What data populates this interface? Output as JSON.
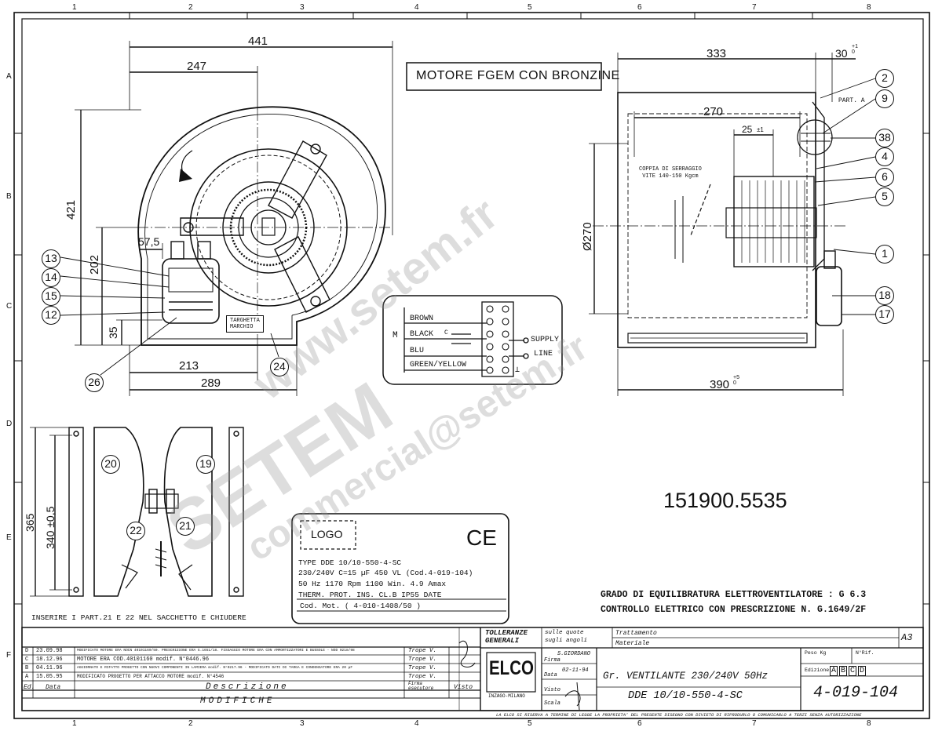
{
  "border_numbers_top": [
    "1",
    "2",
    "3",
    "4",
    "5",
    "6",
    "7",
    "8"
  ],
  "border_numbers_bottom": [
    "1",
    "2",
    "3",
    "4",
    "5",
    "6",
    "7",
    "8"
  ],
  "border_letters": [
    "A",
    "B",
    "C",
    "D",
    "E",
    "F"
  ],
  "front_view": {
    "dims": {
      "d441": "441",
      "d247": "247",
      "d421": "421",
      "d202": "202",
      "d57_5": "57,5",
      "d35": "35",
      "d213": "213",
      "d289": "289"
    },
    "label_pressure": "TARGHETTA\nMARCHIO"
  },
  "side_view": {
    "dims": {
      "d333": "333",
      "d30": "30",
      "d30_tol": "+1\n0",
      "d270": "270",
      "d25": "25",
      "d25_tol": "±1",
      "d_phi270": "Ø270",
      "d390": "390",
      "d390_tol": "+5\n0"
    },
    "part_a": "PART. A",
    "torque": "COPPIA DI SERRAGGIO\nVITE 140-150 Kgcm"
  },
  "title_box": "MOTORE FGEM CON BRONZINE",
  "wiring": {
    "motor_letter": "M",
    "cap_letter": "C",
    "wires": [
      "BROWN",
      "BLACK",
      "BLU",
      "GREEN/YELLOW"
    ],
    "supply": "SUPPLY",
    "line": "LINE",
    "earth_mark": "⊥"
  },
  "bracket": {
    "d365": "365",
    "d340": "340 ±0,5"
  },
  "balloons": {
    "b13": "13",
    "b14": "14",
    "b15": "15",
    "b12": "12",
    "b26": "26",
    "b24": "24",
    "b2": "2",
    "b9": "9",
    "b38": "38",
    "b4": "4",
    "b6": "6",
    "b5": "5",
    "b1": "1",
    "b18": "18",
    "b17": "17",
    "b20": "20",
    "b19": "19",
    "b22": "22",
    "b21": "21"
  },
  "drawing_number": "151900.5535",
  "nameplate": {
    "logo": "LOGO",
    "ce": "CE",
    "lines": [
      "TYPE DDE 10/10-550-4-SC",
      "230/240V C=15 µF 450 VL (Cod.4-019-104)",
      "50 Hz   1170 Rpm  1100 Win.  4.9 Amax",
      "THERM. PROT.   INS. CL.B   IP55  DATE"
    ],
    "cod": "Cod. Mot. ( 4-010-1408/50 )"
  },
  "insert_note": "INSERIRE I PART.21 E 22 NEL SACCHETTO E CHIUDERE",
  "grade_lines": [
    "GRADO DI EQUILIBRATURA ELETTROVENTILATORE : G 6.3",
    "CONTROLLO ELETTRICO CON PRESCRIZIONE N. G.1649/2F"
  ],
  "watermarks": {
    "line1": "www.setem.fr",
    "line2": "SETEM",
    "line3": "commercial@setem.fr"
  },
  "revisions": {
    "rows": [
      {
        "ed": "D",
        "date": "23.09.98",
        "desc": "MODIFICATO MOTORE ERA NOCN 40101160/50. PRESCRIZIONE ERA G.1651/18. FISSAGGIO MOTORE ERA CON AMMORTIZZATORI E BUSSOLE - NOD 0218/98",
        "by": "Trope V."
      },
      {
        "ed": "C",
        "date": "18.12.96",
        "desc": "MOTORE ERA COD.40101160            modif. N°0446.96",
        "by": "Trope V."
      },
      {
        "ed": "B",
        "date": "04.11.96",
        "desc": "AGGIORNATO E RIFATTO PROGETTO CON NUOVI COMPONENTI IN LAMIERA  modif. N°0217.96 - MODIFICATO DATI DI TARGA E CONDENSATORE ERA 20 µF",
        "by": "Trope V."
      },
      {
        "ed": "A",
        "date": "15.05.95",
        "desc": "MODIFICATO PROGETTO PER ATTACCO MOTORE           modif. N°4546",
        "by": "Trope V."
      }
    ],
    "hdr_ed": "Ed.",
    "hdr_date": "Data",
    "hdr_desc": "Descrizione",
    "hdr_sign": "Firma\nesecutore",
    "hdr_visto": "Visto",
    "footer": "MODIFICHE"
  },
  "title_block": {
    "tolleranze": "TOLLERANZE\nGENERALI",
    "sulle_quote": "sulle quote",
    "sugli_angoli": "sugli angoli",
    "trattamento": "Trattamento",
    "materiale": "Materiale",
    "format": "A3",
    "elco": "ELCO",
    "elco_sub": "INZAGO-MILANO",
    "firma": "Firma",
    "firma_val": "S.GIORDANO",
    "data": "Data",
    "data_val": "02-11-94",
    "visto": "Visto",
    "scala": "Scala",
    "title1": "Gr. VENTILANTE 230/240V  50Hz",
    "title2": "DDE 10/10-550-4-SC",
    "peso": "Peso Kg",
    "nrif": "N°Rif.",
    "edizione": "Edizione",
    "editions": [
      "A",
      "B",
      "C",
      "D"
    ],
    "code": "4-019-104",
    "legal": "LA ELCO SI RISERVA A TERMINE DI LEGGE LA PROPRIETA' DEL PRESENTE DISEGNO CON DIVIETO DI RIPRODURLO O COMUNICARLO A TERZI SENZA AUTORIZZAZIONE"
  }
}
